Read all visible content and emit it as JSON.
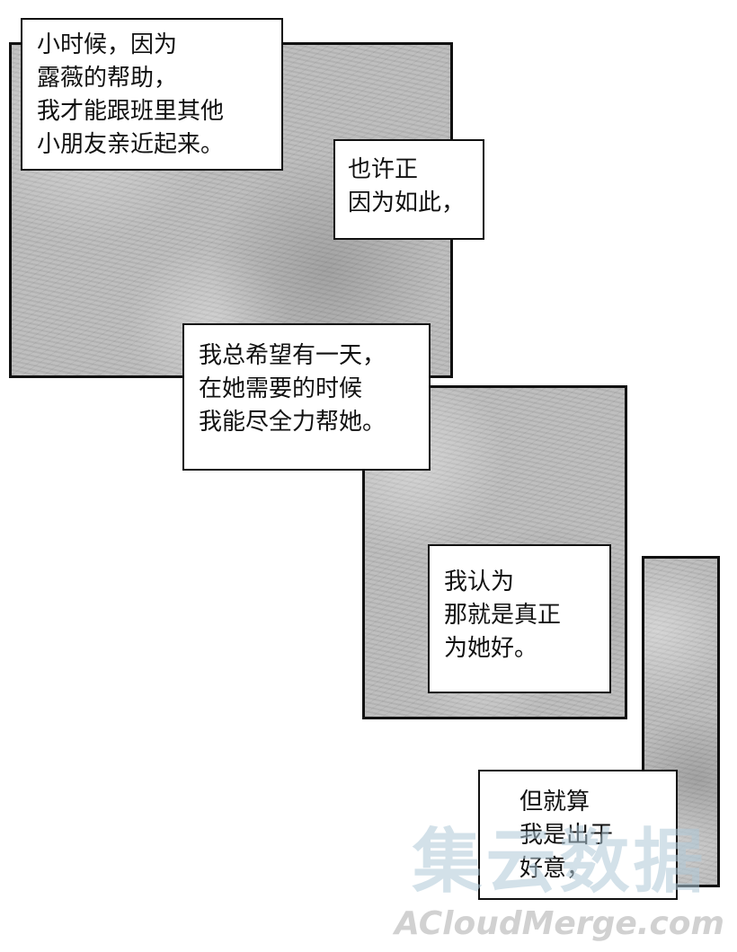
{
  "panels": [
    {
      "id": "panel-1"
    },
    {
      "id": "panel-2"
    },
    {
      "id": "panel-3"
    }
  ],
  "bubbles": [
    {
      "lines": [
        "小时候，因为",
        "露薇的帮助，",
        "我才能跟班里其他",
        "小朋友亲近起来。"
      ]
    },
    {
      "lines": [
        "也许正",
        "因为如此，"
      ]
    },
    {
      "lines": [
        "我总希望有一天，",
        "在她需要的时候",
        "我能尽全力帮她。"
      ]
    },
    {
      "lines": [
        "我认为",
        "那就是真正",
        "为她好。"
      ]
    },
    {
      "lines": [
        "但就算",
        "我是出于",
        "好意，"
      ]
    }
  ],
  "watermark": {
    "chinese": "集云数据",
    "english": "ACloudMerge.com"
  }
}
